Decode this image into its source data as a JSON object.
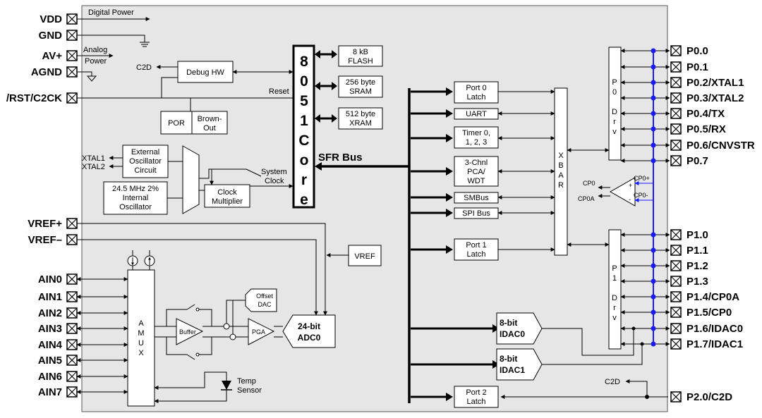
{
  "power": {
    "digital_power": "Digital Power",
    "analog_power_1": "Analog",
    "analog_power_2": "Power"
  },
  "pins_left": {
    "vdd": "VDD",
    "gnd": "GND",
    "avplus": "AV+",
    "agnd": "AGND",
    "rst": "/RST/C2CK",
    "vrefp": "VREF+",
    "vrefm": "VREF–",
    "ain": [
      "AIN0",
      "AIN1",
      "AIN2",
      "AIN3",
      "AIN4",
      "AIN5",
      "AIN6",
      "AIN7"
    ]
  },
  "pins_right": {
    "p0": [
      "P0.0",
      "P0.1",
      "P0.2/XTAL1",
      "P0.3/XTAL2",
      "P0.4/TX",
      "P0.5/RX",
      "P0.6/CNVSTR",
      "P0.7"
    ],
    "p1": [
      "P1.0",
      "P1.1",
      "P1.2",
      "P1.3",
      "P1.4/CP0A",
      "P1.5/CP0",
      "P1.6/IDAC0",
      "P1.7/IDAC1"
    ],
    "p2": "P2.0/C2D"
  },
  "blocks": {
    "c2d": "C2D",
    "debug_hw": "Debug HW",
    "reset": "Reset",
    "por": "POR",
    "brownout_1": "Brown-",
    "brownout_2": "Out",
    "xtal1": "XTAL1",
    "xtal2": "XTAL2",
    "ext_osc": [
      "External",
      "Oscillator",
      "Circuit"
    ],
    "int_osc": [
      "24.5 MHz 2%",
      "Internal",
      "Oscillator"
    ],
    "clock_mult": [
      "Clock",
      "Multiplier"
    ],
    "system_clock": [
      "System",
      "Clock"
    ],
    "core_chars": [
      "8",
      "0",
      "5",
      "1",
      "C",
      "o",
      "r",
      "e"
    ],
    "flash": [
      "8 kB",
      "FLASH"
    ],
    "sram": [
      "256 byte",
      "SRAM"
    ],
    "xram": [
      "512 byte",
      "XRAM"
    ],
    "sfr_bus": "SFR Bus",
    "port0_latch": [
      "Port 0",
      "Latch"
    ],
    "uart": "UART",
    "timers": [
      "Timer 0,",
      "1, 2, 3"
    ],
    "pca": [
      "3-Chnl",
      "PCA/",
      "WDT"
    ],
    "smbus": "SMBus",
    "spi": "SPI Bus",
    "port1_latch": [
      "Port 1",
      "Latch"
    ],
    "port2_latch": [
      "Port 2",
      "Latch"
    ],
    "xbar_chars": [
      "X",
      "B",
      "A",
      "R"
    ],
    "p0drv_chars": [
      "P",
      "0",
      "",
      "D",
      "r",
      "v"
    ],
    "p1drv_chars": [
      "P",
      "1",
      "",
      "D",
      "r",
      "v"
    ],
    "cp0": "CP0",
    "cp0a": "CP0A",
    "cp0plus": "CP0+",
    "cp0minus": "CP0-",
    "plus": "+",
    "minus": "-",
    "idac0": [
      "8-bit",
      "IDAC0"
    ],
    "idac1": [
      "8-bit",
      "IDAC1"
    ],
    "c2d_right": "C2D",
    "vref": "VREF",
    "amux_chars": [
      "A",
      "M",
      "U",
      "X"
    ],
    "buffer": "Buffer",
    "pga": "PGA",
    "offset_dac": [
      "Offset",
      "DAC"
    ],
    "adc": [
      "24-bit",
      "ADC0"
    ],
    "temp_sensor": [
      "Temp",
      "Sensor"
    ]
  }
}
